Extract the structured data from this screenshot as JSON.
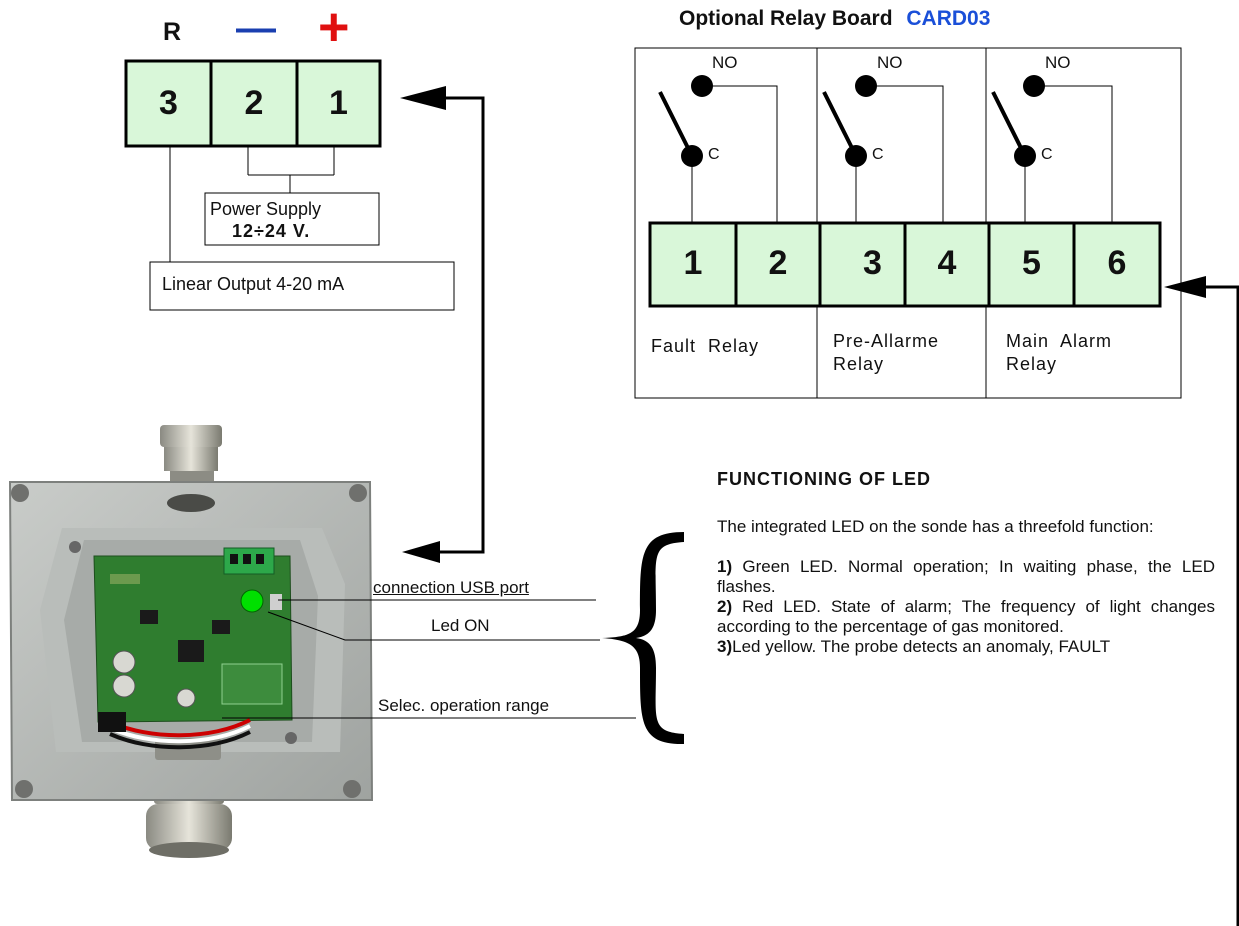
{
  "left_terminal": {
    "polarity_labels": {
      "r": "R",
      "minus": "—",
      "plus": "+"
    },
    "terminals": [
      "3",
      "2",
      "1"
    ],
    "power_supply": {
      "line1": "Power Supply",
      "line2": "12÷24 V."
    },
    "linear_output": "Linear Output 4-20 mA"
  },
  "relay_board": {
    "title": "Optional Relay Board",
    "card": "CARD03",
    "contact_labels": {
      "no": "NO",
      "c": "C"
    },
    "terminals": [
      "1",
      "2",
      "3",
      "4",
      "5",
      "6"
    ],
    "relays": [
      {
        "line1": "Fault  Relay",
        "line2": ""
      },
      {
        "line1": "Pre-Allarme",
        "line2": "Relay"
      },
      {
        "line1": "Main  Alarm",
        "line2": "Relay"
      }
    ]
  },
  "callouts": {
    "usb": "connection USB port",
    "led_on": "Led ON",
    "selector": "Selec. operation range"
  },
  "led_section": {
    "title": "FUNCTIONING OF LED",
    "intro": "The integrated LED on the sonde has a threefold function:",
    "items": [
      {
        "num": "1)",
        "text": " Green LED. Normal operation;  In waiting phase, the LED flashes."
      },
      {
        "num": "2)",
        "text": " Red LED. State of alarm; The frequency of light changes according to the percentage of gas monitored."
      },
      {
        "num": "3)",
        "text": "Led yellow. The probe detects an anomaly, FAULT"
      }
    ]
  },
  "colors": {
    "terminal_fill": "#d9f7d9",
    "minus": "#1a3fb0",
    "plus": "#e01010",
    "card": "#1a4fd8",
    "led": "#00e000"
  }
}
